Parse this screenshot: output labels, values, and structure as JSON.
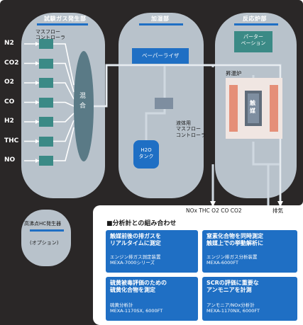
{
  "sections": {
    "gas": "試験ガス発生部",
    "humid": "加湿部",
    "reactor": "反応炉部"
  },
  "gas_section": {
    "mfc_label": "マスフロー\nコントローラ",
    "gases": [
      "N2",
      "CO2",
      "O2",
      "CO",
      "H2",
      "THC",
      "NO"
    ],
    "mixer_label": "混\n合"
  },
  "humid_section": {
    "vaporizer_label": "ベーパーライザ",
    "liquid_mfc_label": "液体用\nマスフロー\nコントローラ",
    "tank_label": "H2O\nタンク"
  },
  "reactor_section": {
    "purge_label": "パーター\nベーション",
    "furnace_label": "昇温炉",
    "catalyst_label": "触\n媒"
  },
  "outlets": {
    "analytes": "NOx THC O2 CO CO2",
    "exhaust": "排気"
  },
  "hc_generator": {
    "title": "高沸点HC発生器",
    "note": "(オプション)"
  },
  "analyzer_panel": {
    "title": "■分析計との組み合わせ",
    "cards": [
      {
        "heading": "触媒前後の排ガスを\nリアルタイムに測定",
        "sub": "エンジン排ガス測定装置\nMEXA-7000シリーズ"
      },
      {
        "heading": "窒素化合物を同時測定\n触媒上での挙動解析に",
        "sub": "エンジン排ガス分析装置\nMEXA-6000FT"
      },
      {
        "heading": "硫黄被毒評価のための\n硫黄化合物を測定",
        "sub": "硫黄分析計\nMEXA-1170SX, 6000FT"
      },
      {
        "heading": "SCRの評価に重要な\nアンモニアを計測",
        "sub": "アンモニア/NOx分析計\nMEXA-1170NX, 6000FT"
      }
    ]
  },
  "colors": {
    "background": "#2a2727",
    "section": "#b8c2cb",
    "pipe": "#cfd8e0",
    "accent_blue": "#1f6fc4",
    "mfc": "#3b8a86",
    "heater": "#e58f78",
    "catalyst": "#7e8ea0"
  }
}
